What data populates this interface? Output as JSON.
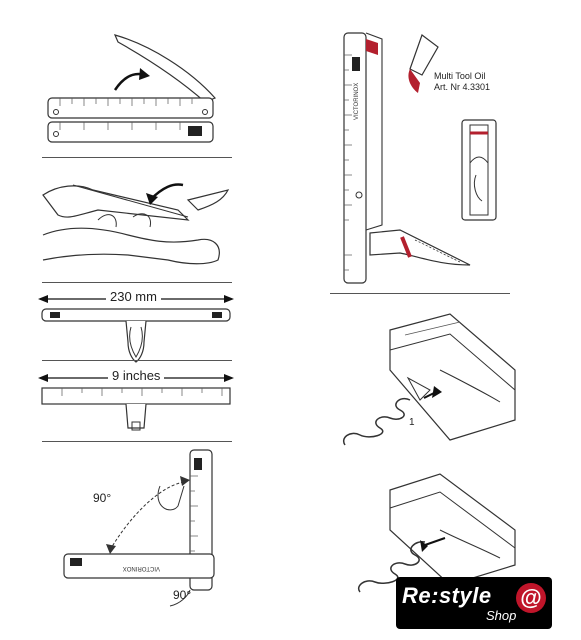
{
  "labels": {
    "length_mm": "230 mm",
    "length_in": "9 inches",
    "angle_top": "90°",
    "angle_bottom": "90°",
    "oil_name": "Multi Tool Oil",
    "oil_art": "Art. Nr 4.3301",
    "step_number": "1",
    "brand_on_tool": "VICTORINOX"
  },
  "logo": {
    "main": "Re:style",
    "sub": "Shop",
    "mark": "@"
  },
  "colors": {
    "accent_red": "#b3202e",
    "line": "#333333",
    "logo_bg": "#000000"
  }
}
